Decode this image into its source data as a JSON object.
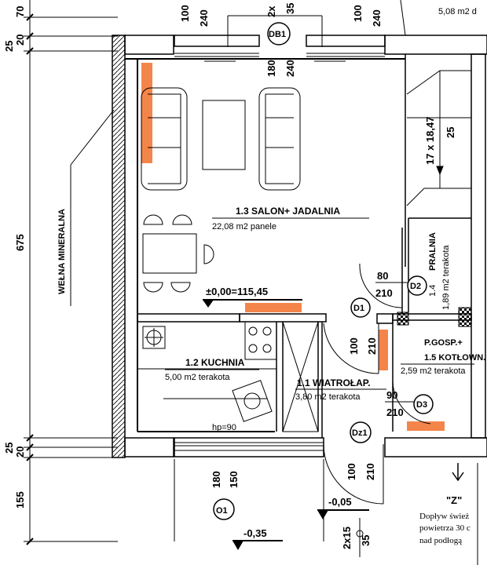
{
  "rooms": {
    "salon": {
      "name": "1.3  SALON+ JADALNIA",
      "area": "22,08 m2 panele"
    },
    "kuchnia": {
      "name": "1.2  KUCHNIA",
      "area": "5,00 m2  terakota"
    },
    "wiatrolap": {
      "name": "1.1  WIATROŁAP.",
      "area": "3,80 m2  terakota"
    },
    "pralnia": {
      "name": "PRALNIA",
      "number": "1.4",
      "area": "1,89 m2 terakota"
    },
    "kotlownia": {
      "name_line1": "P.GOSP.+",
      "name_line2": "1.5  KOTŁOWN.",
      "area": "2,59 m2 terakota"
    },
    "top_partial": {
      "area": "5,08 m2 d"
    }
  },
  "level_marks": {
    "main": "±0,00=115,45",
    "entry": "-0,05",
    "outside": "-0,35"
  },
  "left_dims": [
    "70",
    "25",
    "20",
    "675",
    "25",
    "20",
    "155"
  ],
  "wall_note": "WEŁNA MINERALNA",
  "stairs": {
    "spec": "17 x 18,47",
    "width": "25"
  },
  "window_top_left": [
    "100",
    "240"
  ],
  "window_top_right": [
    "100",
    "240"
  ],
  "window_top_mid": [
    "2x",
    "35"
  ],
  "window_db1": [
    "180",
    "240"
  ],
  "door_d1": [
    "100",
    "210"
  ],
  "door_d2": [
    "80",
    "210"
  ],
  "door_d3": [
    "90",
    "210"
  ],
  "door_dz1": [
    "100",
    "210"
  ],
  "window_o1": [
    "180",
    "150"
  ],
  "bottom_mid": [
    "2x15",
    "35"
  ],
  "sill_height": "hp=90",
  "tags": {
    "db1": "DB1",
    "d1": "D1",
    "d2": "D2",
    "d3": "D3",
    "dz1": "Dz1",
    "o1": "O1"
  },
  "section_mark": "\"Z\"",
  "air_note": [
    "Dopływ śwież",
    "powietrza 30 c",
    "nad podłogą"
  ],
  "colors": {
    "radiator": "#f4854a",
    "wall_hatch": "#000000"
  }
}
